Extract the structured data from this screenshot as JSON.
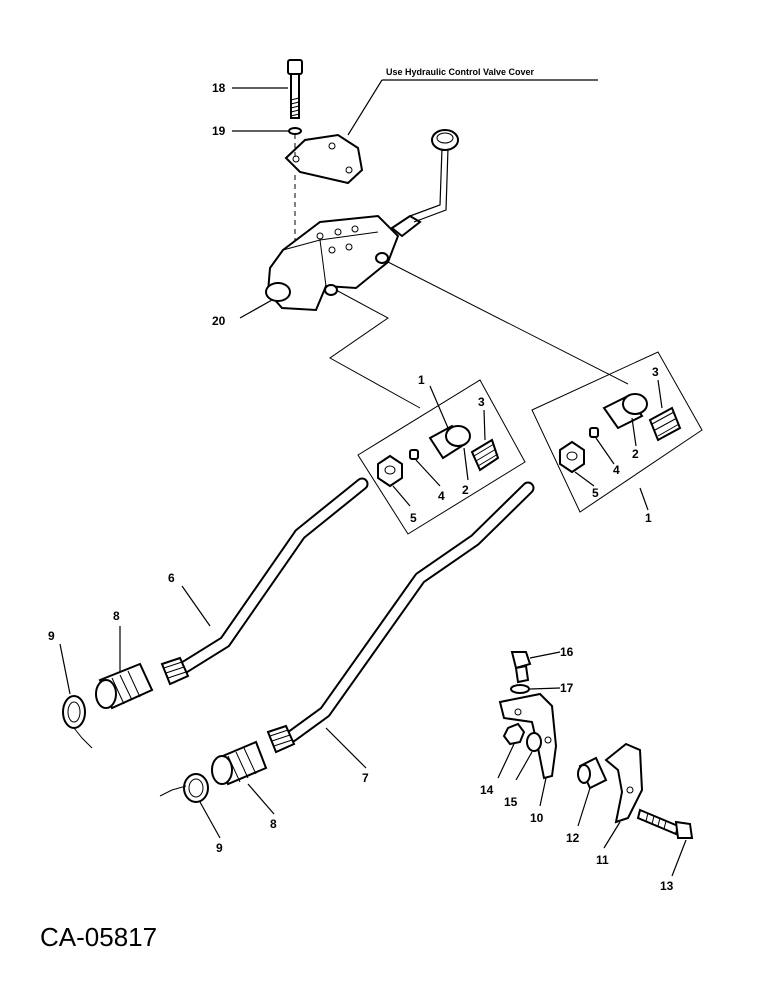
{
  "note": "Use Hydraulic Control Valve Cover",
  "figure_id": "CA-05817",
  "callouts": {
    "c18": "18",
    "c19": "19",
    "c20": "20",
    "c1a": "1",
    "c2a": "2",
    "c3a": "3",
    "c4a": "4",
    "c5a": "5",
    "c1b": "1",
    "c2b": "2",
    "c3b": "3",
    "c4b": "4",
    "c5b": "5",
    "c6": "6",
    "c7": "7",
    "c8a": "8",
    "c8b": "8",
    "c9a": "9",
    "c9b": "9",
    "c10": "10",
    "c11": "11",
    "c12": "12",
    "c13": "13",
    "c14": "14",
    "c15": "15",
    "c16": "16",
    "c17": "17"
  }
}
